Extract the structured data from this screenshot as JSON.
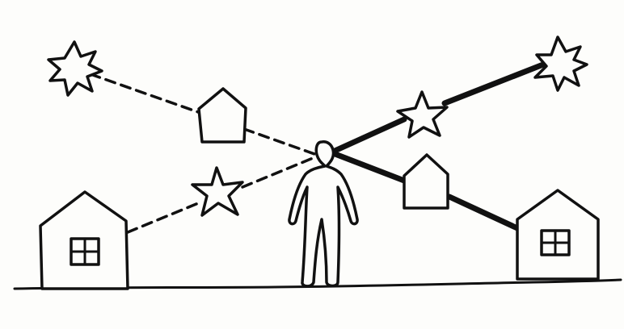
{
  "colors": {
    "ink": "#111111",
    "paper": "#fdfdfb"
  },
  "scene": {
    "figure": "standing-person",
    "left_side": {
      "connection_style": "dashed",
      "elements": [
        "far-star",
        "near-house",
        "near-star",
        "far-house"
      ]
    },
    "right_side": {
      "connection_style": "solid-thick",
      "elements": [
        "near-star",
        "far-star",
        "near-house",
        "far-house"
      ]
    }
  }
}
